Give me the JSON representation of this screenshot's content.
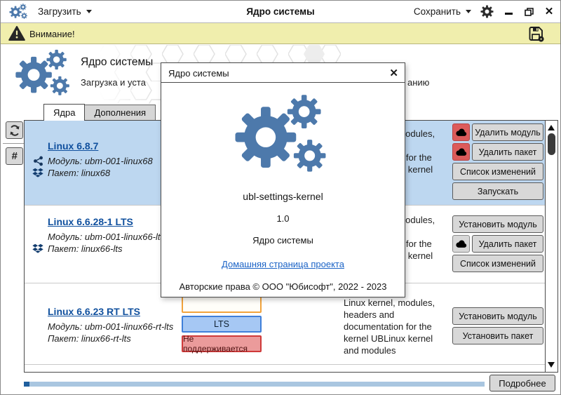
{
  "titlebar": {
    "load_label": "Загрузить",
    "title": "Ядро системы",
    "save_label": "Сохранить"
  },
  "warning_bar": {
    "label": "Внимание!"
  },
  "header": {
    "title": "Ядро системы",
    "subtitle_visible_start": "Загрузка и уста",
    "subtitle_visible_end": "анию"
  },
  "tabs": [
    {
      "label": "Ядра",
      "active": true
    },
    {
      "label": "Дополнения",
      "active": false
    }
  ],
  "side_tools": {
    "hash_label": "#"
  },
  "kernel_list": [
    {
      "title": "Linux 6.8.7",
      "module": "Модуль: ubm-001-linux68",
      "package": "Пакет: linux68",
      "module_icon": true,
      "package_icon": true,
      "selected": true,
      "description": "Linux kernel, modules, headers and documentation for the kernel UBLinux kernel and modules",
      "badges": [],
      "actions": [
        {
          "label": "Удалить модуль",
          "icon": "cloud-download-red"
        },
        {
          "label": "Удалить пакет",
          "icon": "cloud-download-red"
        },
        {
          "label": "Список изменений",
          "icon": null
        },
        {
          "label": "Запускать",
          "icon": null
        }
      ]
    },
    {
      "title": "Linux 6.6.28-1 LTS",
      "module": "Модуль: ubm-001-linux66-lts",
      "package": "Пакет: linux66-lts",
      "module_icon": false,
      "package_icon": true,
      "selected": false,
      "description": "Linux kernel, modules, headers and documentation for the kernel UBLinux kernel and modules",
      "badges": [],
      "actions": [
        {
          "label": "Установить модуль",
          "icon": null
        },
        {
          "label": "Удалить пакет",
          "icon": "cloud-download-grey"
        },
        {
          "label": "Список изменений",
          "icon": null
        }
      ]
    },
    {
      "title": "Linux 6.6.23 RT LTS",
      "module": "Модуль: ubm-001-linux66-rt-lts",
      "package": "Пакет: linux66-rt-lts",
      "module_icon": false,
      "package_icon": false,
      "selected": false,
      "description": "Linux kernel, modules, headers and documentation for the kernel UBLinux kernel and modules",
      "badges": [
        {
          "label": "",
          "type": "orange"
        },
        {
          "label": "LTS",
          "type": "blue"
        },
        {
          "label": "Не поддерживается",
          "type": "red"
        }
      ],
      "actions": [
        {
          "label": "Установить модуль",
          "icon": null
        },
        {
          "label": "Установить пакет",
          "icon": null
        }
      ]
    }
  ],
  "modal": {
    "title": "Ядро системы",
    "app_name": "ubl-settings-kernel",
    "version": "1.0",
    "description": "Ядро системы",
    "homepage_link": "Домашняя страница проекта",
    "copyright": "Авторские права © ООО \"Юбисофт\", 2022 - 2023"
  },
  "footer": {
    "details_label": "Подробнее"
  },
  "colors": {
    "accent": "#4d79ab",
    "selected_row": "#bdd7f0",
    "warning_bg": "#f0eead",
    "danger": "#dc5b5b",
    "link": "#1b63c6",
    "kernel_link": "#10509e",
    "lts_badge_bg": "#a6c8f4",
    "lts_badge_border": "#3f7fd9",
    "unsupported_bg": "#eb9b9b",
    "unsupported_border": "#cf3a3a",
    "rt_badge_border": "#f2a33c",
    "progress_track": "#a9c6e0",
    "progress_value": "#1f5f9e"
  }
}
